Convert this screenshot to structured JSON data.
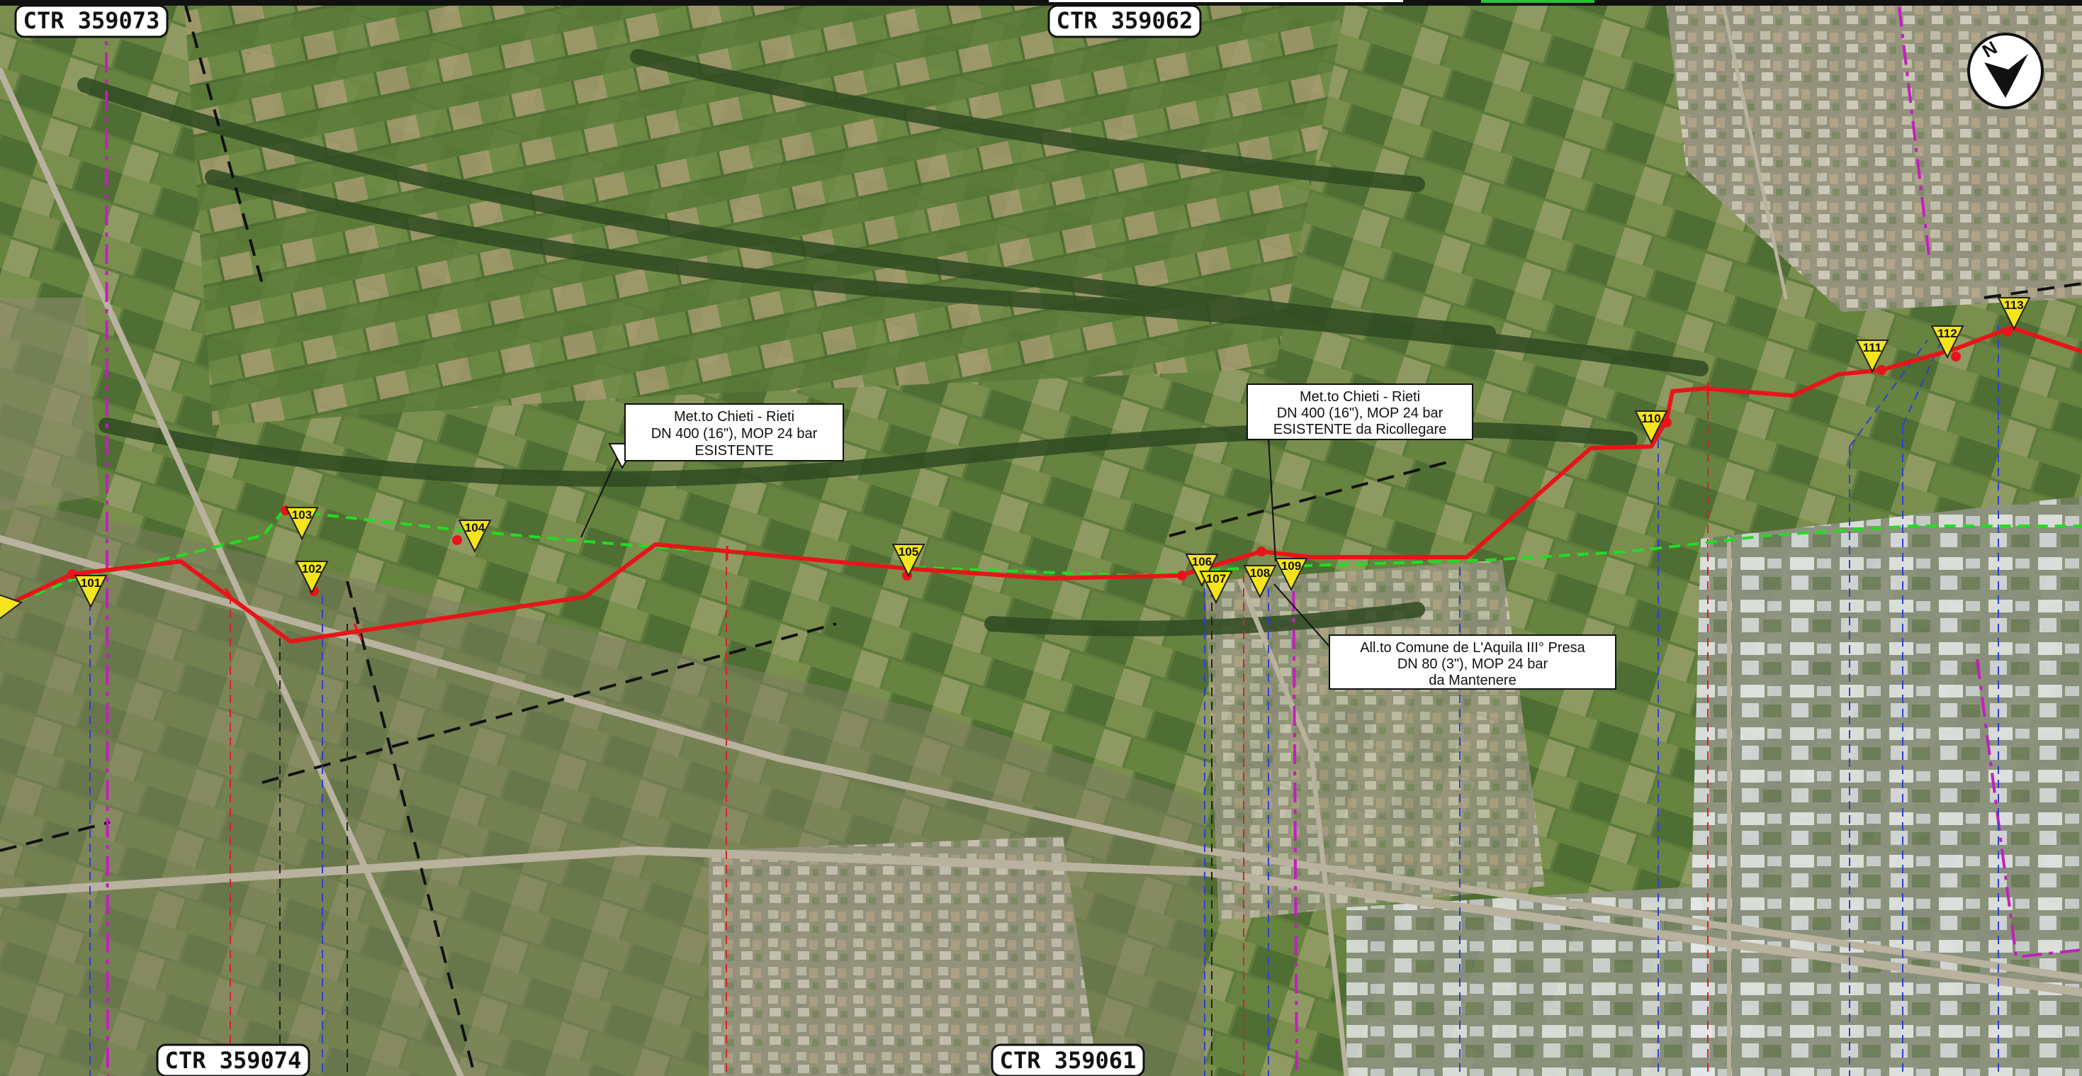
{
  "map": {
    "ctr_labels": [
      "CTR 359073",
      "CTR 359062",
      "CTR 359074",
      "CTR 359061"
    ],
    "north_arrow": {
      "letter": "N",
      "icon": "north-arrow-icon"
    },
    "markers": [
      "101",
      "102",
      "103",
      "104",
      "105",
      "106",
      "107",
      "108",
      "109",
      "110",
      "111",
      "112",
      "113"
    ],
    "callouts": [
      {
        "lines": [
          "Met.to Chieti - Rieti",
          "DN 400 (16\"), MOP 24 bar",
          "ESISTENTE"
        ]
      },
      {
        "lines": [
          "Met.to Chieti - Rieti",
          "DN 400 (16\"), MOP 24 bar",
          "ESISTENTE da Ricollegare"
        ]
      },
      {
        "lines": [
          "All.to Comune de L'Aquila III° Presa",
          "DN 80 (3\"), MOP 24 bar",
          "da Mantenere"
        ]
      }
    ],
    "colors": {
      "new_pipeline": "#e8141a",
      "existing_pipeline": "#22dd22",
      "marker_fill": "#f4e51c",
      "boundary": "#111111",
      "municipal_border": "#c21fbf",
      "ref_blue": "#2e3fd1",
      "ref_red": "#d8202a"
    }
  }
}
